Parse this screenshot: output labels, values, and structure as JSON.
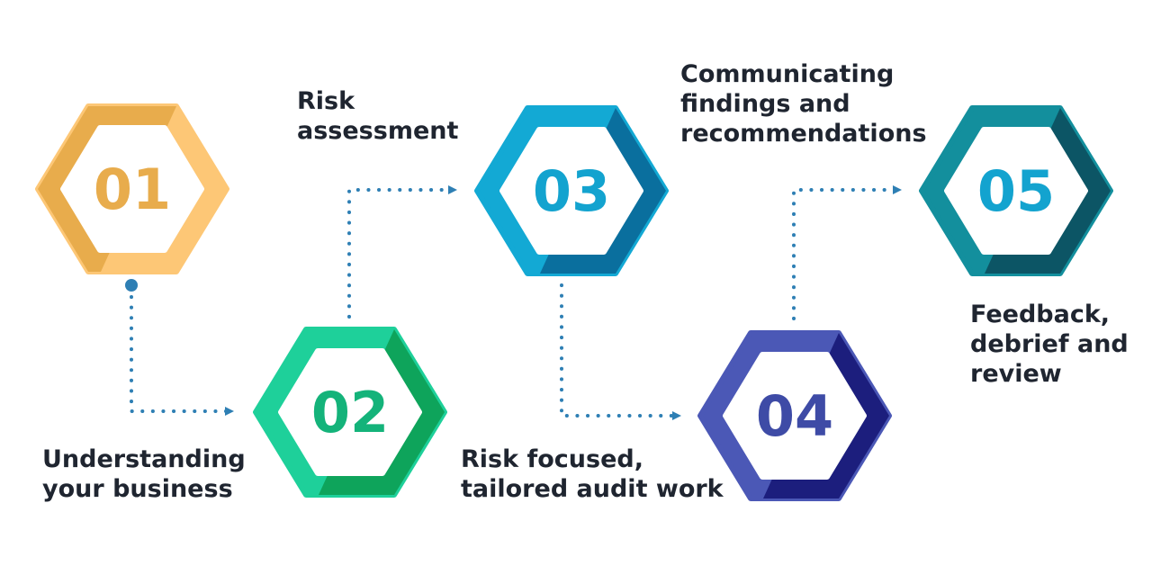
{
  "steps": [
    {
      "number": "01",
      "label_lines": [
        "Understanding",
        "your business"
      ],
      "colors": {
        "light": "#fdc776",
        "dark": "#e8ac4c",
        "text": "#e8ac4c"
      }
    },
    {
      "number": "02",
      "label_lines": [
        "Risk",
        "assessment"
      ],
      "colors": {
        "light": "#1ed09a",
        "dark": "#0ea45b",
        "text": "#14b37a"
      }
    },
    {
      "number": "03",
      "label_lines": [
        "Risk focused,",
        "tailored audit work"
      ],
      "colors": {
        "light": "#13a9d4",
        "dark": "#0a6f9e",
        "text": "#13a3cf"
      }
    },
    {
      "number": "04",
      "label_lines": [
        "Communicating",
        "findings and",
        "recommendations"
      ],
      "colors": {
        "light": "#4b58b6",
        "dark": "#1c1e7d",
        "text": "#3e4ba6"
      }
    },
    {
      "number": "05",
      "label_lines": [
        "Feedback,",
        "debrief and",
        "review"
      ],
      "colors": {
        "light": "#138f9d",
        "dark": "#0c5565",
        "text": "#13a3cf"
      }
    }
  ],
  "connector_color": "#2e7fb4"
}
